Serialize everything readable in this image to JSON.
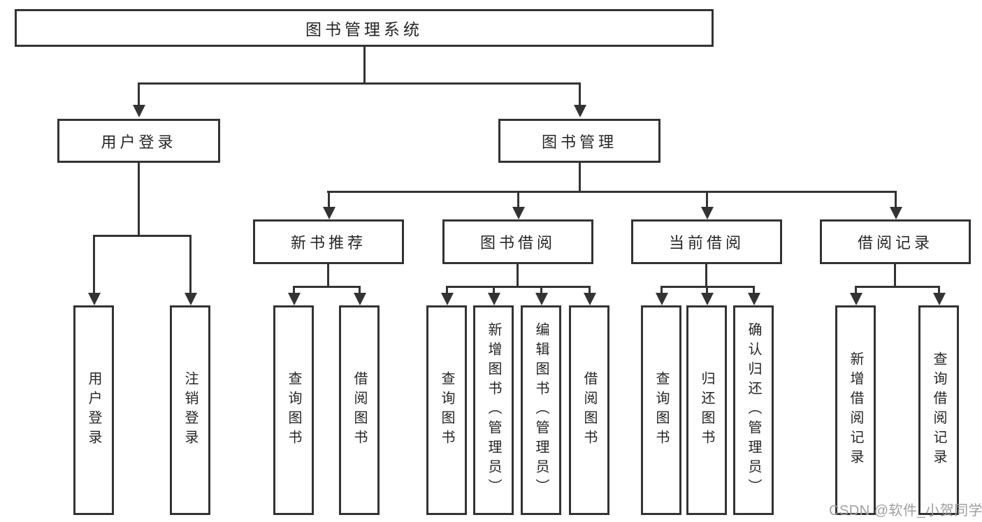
{
  "diagram": {
    "root": {
      "label": "图书管理系统"
    },
    "level2": {
      "user_login": {
        "label": "用户登录"
      },
      "book_management": {
        "label": "图书管理"
      }
    },
    "level3": {
      "new_book_recommend": {
        "label": "新书推荐"
      },
      "book_borrowing": {
        "label": "图书借阅"
      },
      "current_borrowing": {
        "label": "当前借阅"
      },
      "borrowing_records": {
        "label": "借阅记录"
      }
    },
    "leaves": {
      "user_login": {
        "label": "用户登录"
      },
      "logout": {
        "label": "注销登录"
      },
      "recommend_query_books": {
        "label": "查询图书"
      },
      "recommend_borrow_books": {
        "label": "借阅图书"
      },
      "borrowing_query_books": {
        "label": "查询图书"
      },
      "borrowing_add_books_admin": {
        "label": "新增图书（管理员）"
      },
      "borrowing_edit_books_admin": {
        "label": "编辑图书（管理员）"
      },
      "borrowing_borrow_books": {
        "label": "借阅图书"
      },
      "current_query_books": {
        "label": "查询图书"
      },
      "current_return_books": {
        "label": "归还图书"
      },
      "current_confirm_return_admin": {
        "label": "确认归还（管理员）"
      },
      "records_add_record": {
        "label": "新增借阅记录"
      },
      "records_query_record": {
        "label": "查询借阅记录"
      }
    }
  },
  "watermark": {
    "text": "CSDN @软件_小贺同学"
  },
  "colors": {
    "line": "#333333",
    "text": "#262626",
    "watermark": "#9f9f9f",
    "background": "#ffffff"
  }
}
